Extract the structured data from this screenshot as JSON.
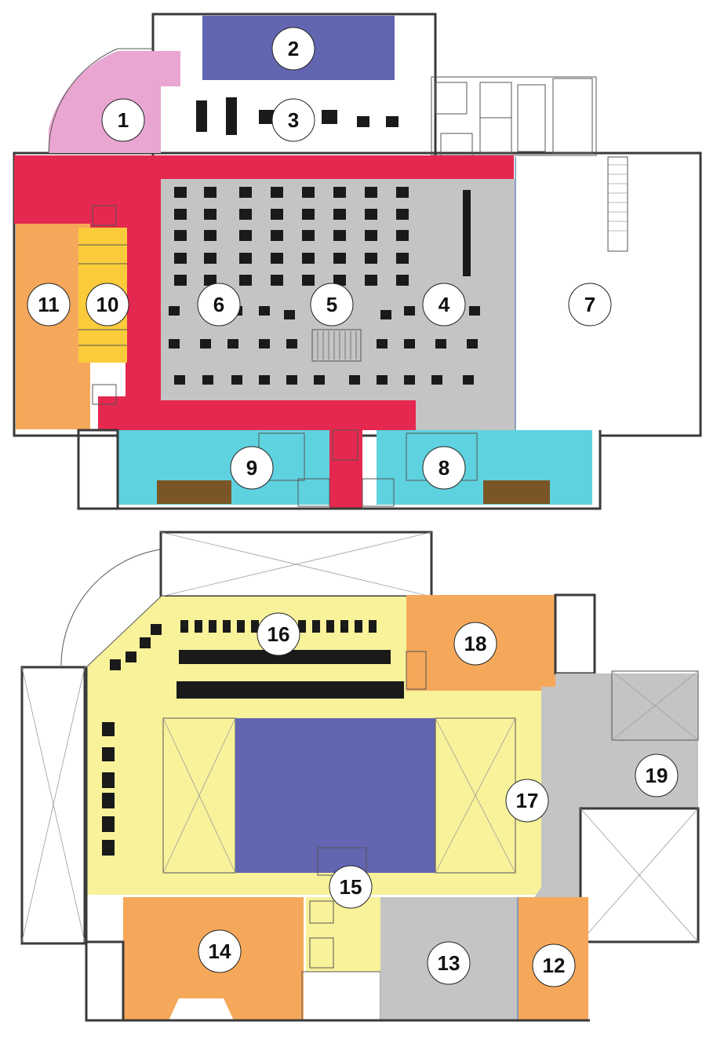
{
  "colors": {
    "pink": "#e8a6d1",
    "blue": "#6265b0",
    "gray": "#c4c4c4",
    "red": "#e5284f",
    "orange": "#f6a85a",
    "yellow": "#fbcb3c",
    "cyan": "#5fd2df",
    "brown": "#7a5526",
    "light_yellow": "#f8f29a",
    "white": "#ffffff"
  },
  "floor1": {
    "labels": [
      "1",
      "2",
      "3",
      "4",
      "5",
      "6",
      "7",
      "8",
      "9",
      "10",
      "11"
    ]
  },
  "floor2": {
    "labels": [
      "12",
      "13",
      "14",
      "15",
      "16",
      "17",
      "18",
      "19"
    ]
  }
}
